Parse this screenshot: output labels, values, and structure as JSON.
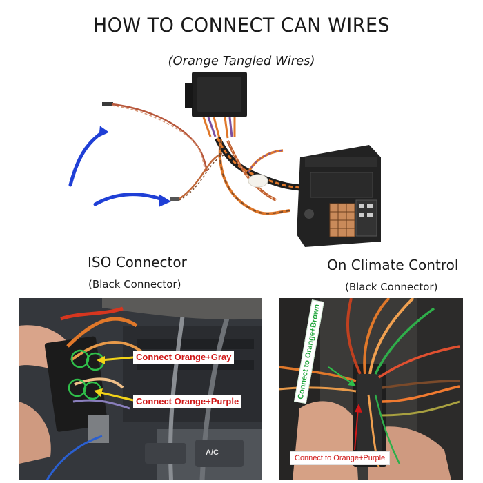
{
  "title": "HOW TO CONNECT CAN WIRES",
  "subtitle": "(Orange Tangled Wires)",
  "left_section": {
    "heading": "ISO Connector",
    "subheading": "(Black Connector)",
    "labels": {
      "gray": "Connect Orange+Gray",
      "purple": "Connect Orange+Purple"
    }
  },
  "right_section": {
    "heading": "On Climate Control",
    "subheading": "(Black Connector)",
    "labels": {
      "brown": "Connect to Orange+Brown",
      "purple": "Connect to Orange+Purple"
    }
  },
  "photo_left_panel_text": "A/C",
  "colors": {
    "arrow": "#1f3fd6",
    "label_red": "#d01818",
    "label_green": "#1ea53a",
    "marker_yellow": "#f2d318",
    "marker_green": "#2fbf4a",
    "wire_orange": "#e0782a",
    "wire_brown": "#7a4a2a",
    "wire_purple": "#7b4fa0",
    "connector_black": "#1e1e1e"
  }
}
